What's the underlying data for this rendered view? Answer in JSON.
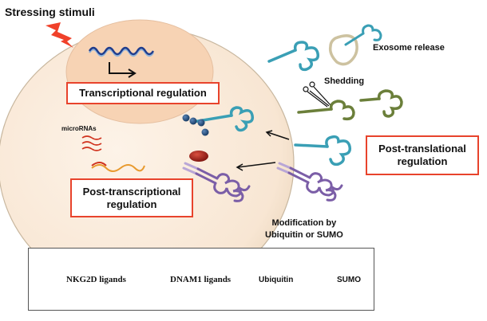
{
  "title": "Stressing stimuli",
  "labels": {
    "exosome": "Exosome release",
    "shedding": "Shedding",
    "micrornas": "microRNAs",
    "modification_line1": "Modification by",
    "modification_line2": "Ubiquitin or SUMO"
  },
  "boxes": {
    "transcriptional": "Transcriptional regulation",
    "post_transcriptional_line1": "Post-transcriptional",
    "post_transcriptional_line2": "regulation",
    "post_translational_line1": "Post-translational",
    "post_translational_line2": "regulation"
  },
  "legend": {
    "items": [
      {
        "icon": "nkg2d-ligand-icon",
        "label": "NKG2D ligands"
      },
      {
        "icon": "dnam1-ligand-icon",
        "label": "DNAM1 ligands"
      },
      {
        "icon": "ubiquitin-icon",
        "label": "Ubiquitin"
      },
      {
        "icon": "sumo-icon",
        "label": "SUMO"
      }
    ]
  },
  "colors": {
    "box_border": "#e8432c",
    "nkg2d": "#3a9fb5",
    "shed_ligand": "#6b7f3a",
    "dnam1": "#7b5ea7",
    "dnam1_light": "#b9a6d6",
    "ubiquitin": "#1f4a7a",
    "sumo": "#a8201a",
    "cell": "#fbeee0",
    "nucleus": "#f7d3b4",
    "exosome": "#cdc2a0",
    "lightning": "#f0412a"
  }
}
